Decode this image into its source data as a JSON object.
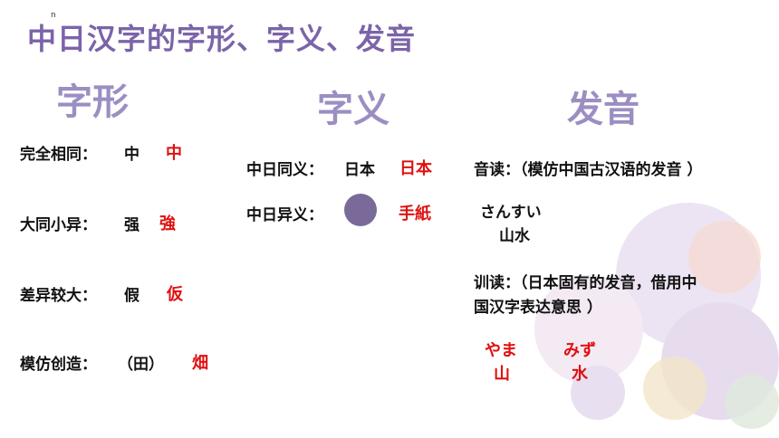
{
  "title": "中日汉字的字形、字义、发音",
  "small_mark": "n",
  "headers": {
    "form": "字形",
    "meaning": "字义",
    "sound": "发音"
  },
  "form_rows": [
    {
      "label": "完全相同：",
      "cn": "中",
      "jp": "中"
    },
    {
      "label": "大同小异：",
      "cn": "强",
      "jp": "強"
    },
    {
      "label": "差异较大：",
      "cn": "假",
      "jp": "仮"
    },
    {
      "label": "模仿创造：",
      "cn": "（田）",
      "jp": "畑"
    }
  ],
  "meaning_rows": [
    {
      "label": "中日同义：",
      "cn": "日本",
      "jp": "日本"
    },
    {
      "label": "中日异义：",
      "jp": "手紙"
    }
  ],
  "sound": {
    "onyomi_label": "音读：（模仿中国古汉语的发音 ）",
    "onyomi_kana": "さんすい",
    "onyomi_kanji": "山水",
    "kunyomi_line1": "训读：（日本固有的发音，借用中",
    "kunyomi_line2": "国汉字表达意思 ）",
    "kun_ex1_kana": "やま",
    "kun_ex1_kanji": "山",
    "kun_ex2_kana": "みず",
    "kun_ex2_kanji": "水"
  },
  "colors": {
    "title": "#7b64a8",
    "accent_red": "#e01010",
    "circle": "#7a6a9a"
  }
}
